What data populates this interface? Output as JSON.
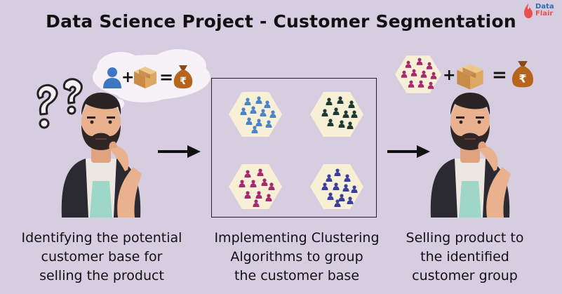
{
  "title": "Data Science Project - Customer Segmentation",
  "logo": {
    "line1": "Data",
    "line2": "Flair"
  },
  "left_equation": {
    "plus": "+",
    "equals": "=",
    "currency": "₹"
  },
  "right_equation": {
    "plus": "+",
    "equals": "=",
    "currency": "₹"
  },
  "captions": {
    "identify": [
      "Identifying the potential",
      "customer base for",
      "selling the product"
    ],
    "cluster": [
      "Implementing Clustering",
      "Algorithms to group",
      "the customer base"
    ],
    "sell": [
      "Selling product to",
      "the identified",
      "customer group"
    ]
  },
  "colors": {
    "background": "#d7cde1",
    "cluster_blue": "#4a84c9",
    "cluster_dark": "#1f3a34",
    "cluster_magenta": "#a52a6e",
    "cluster_indigo": "#3d3f9e",
    "hexagon": "#f7efd6",
    "box": "#d8a868",
    "bag": "#b5651d"
  }
}
